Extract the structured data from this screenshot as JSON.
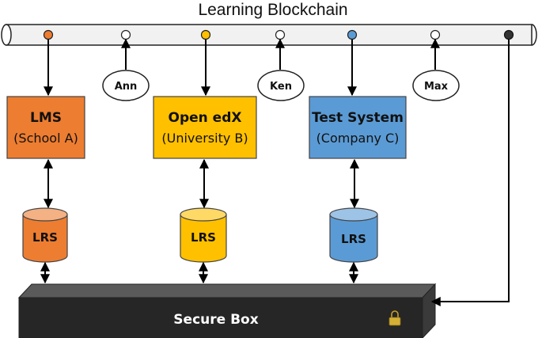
{
  "title": "Learning Blockchain",
  "peers": [
    {
      "label": "Ann"
    },
    {
      "label": "Ken"
    },
    {
      "label": "Max"
    }
  ],
  "systems": [
    {
      "title": "LMS",
      "subtitle": "(School A)",
      "color": "#ED7D31",
      "storage": "LRS"
    },
    {
      "title": "Open edX",
      "subtitle": "(University B)",
      "color": "#FFC000",
      "storage": "LRS"
    },
    {
      "title": "Test System",
      "subtitle": "(Company C)",
      "color": "#5B9BD5",
      "storage": "LRS"
    }
  ],
  "secure_box": {
    "label": "Secure Box",
    "icon": "lock-icon"
  }
}
